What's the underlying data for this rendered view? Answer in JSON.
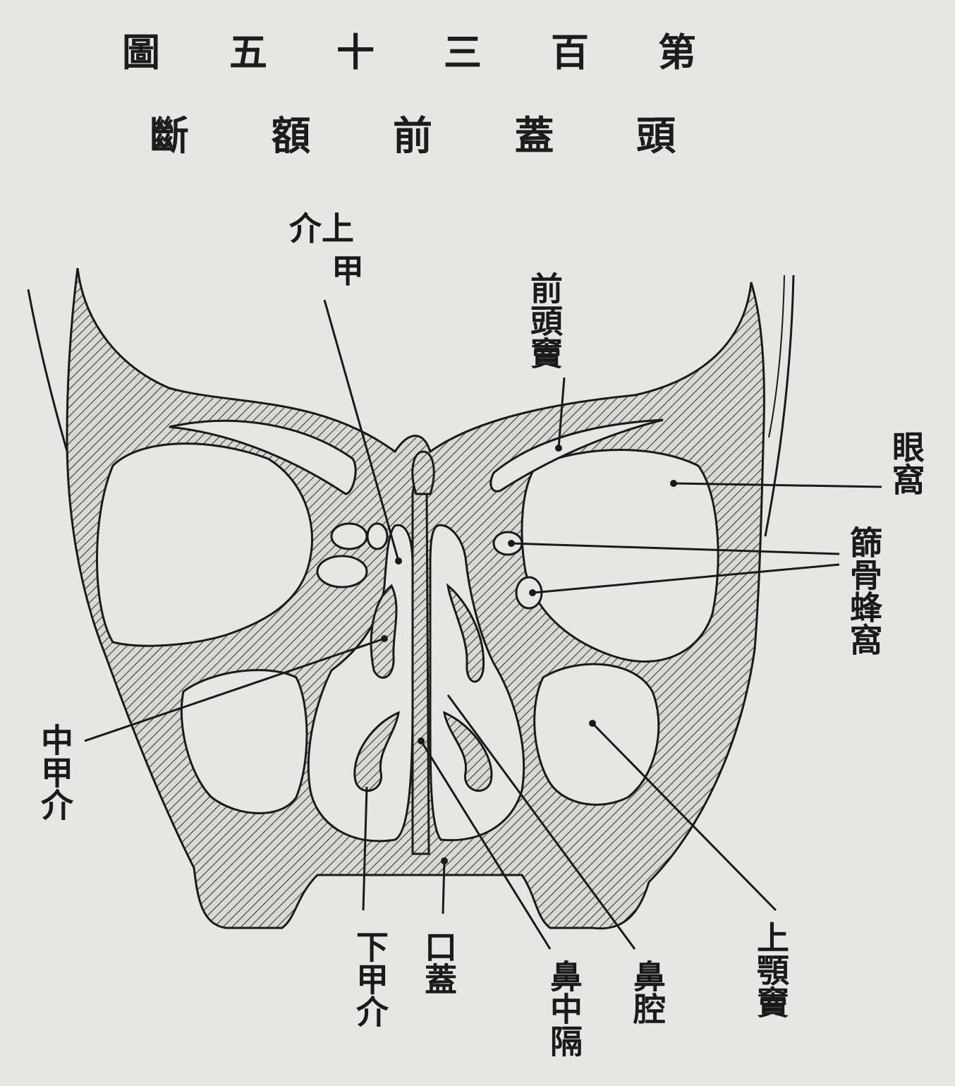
{
  "figure_number_chars": [
    "圖",
    "五",
    "十",
    "三",
    "百",
    "第"
  ],
  "figure_caption_chars": [
    "斷",
    "額",
    "前",
    "蓋",
    "頭"
  ],
  "labels": {
    "superior_turbinate_a": "介上",
    "superior_turbinate_b": "甲",
    "frontal_sinus": "前頭竇",
    "orbit": "眼窩",
    "ethmoid_cells": "篩骨蜂窩",
    "middle_turbinate": "中甲介",
    "inferior_turbinate": "下甲介",
    "palate": "口蓋",
    "nasal_septum": "鼻中隔",
    "nasal_cavity": "鼻腔",
    "maxillary_sinus": "上顎竇"
  }
}
